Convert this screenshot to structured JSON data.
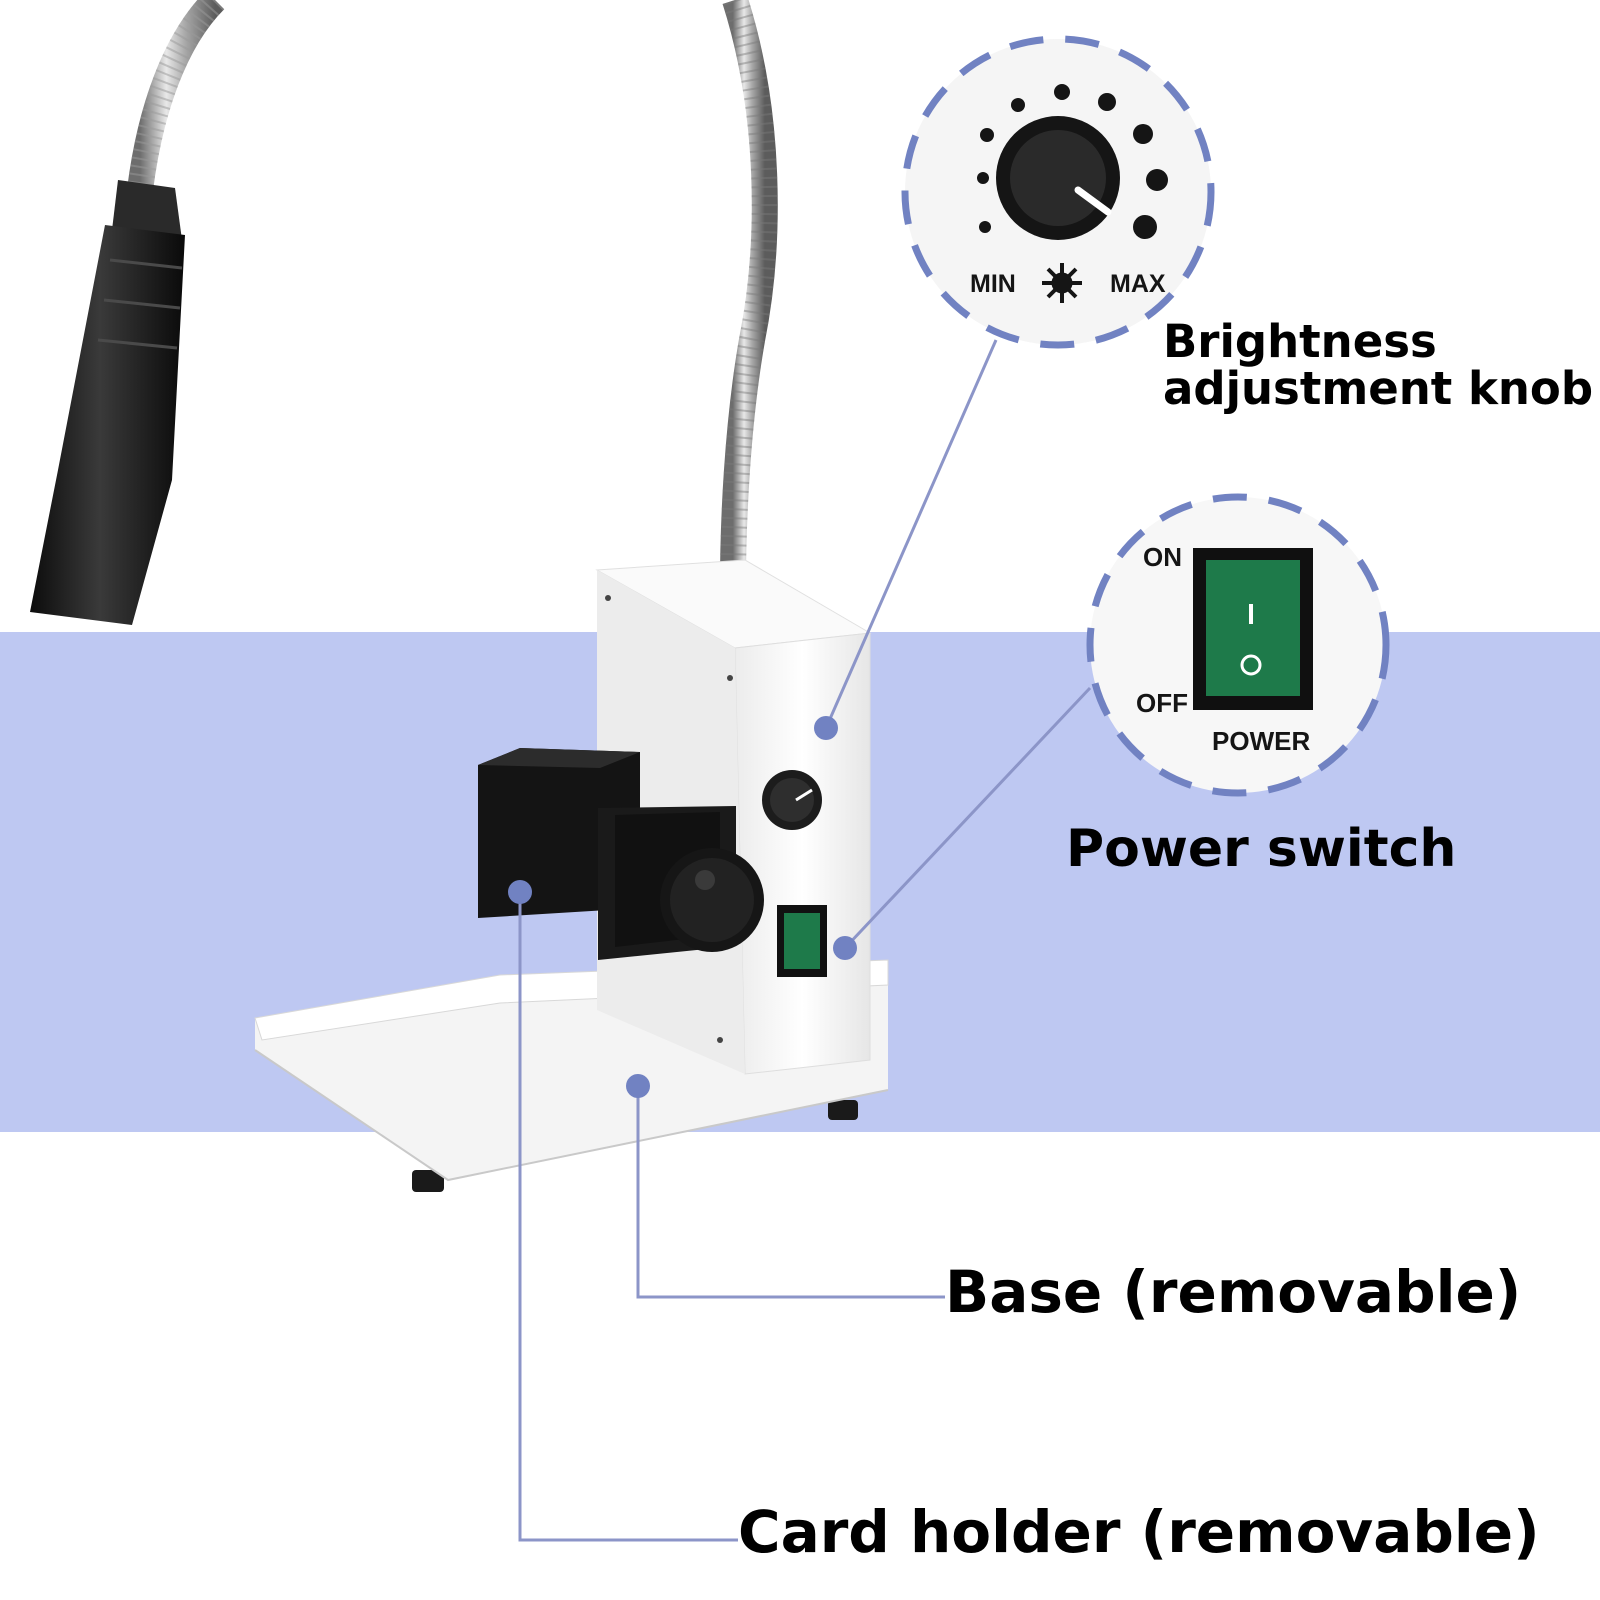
{
  "colors": {
    "band": "#bec8f2",
    "callout": "#7182c2",
    "callout_line": "#8c95c8",
    "switch_green": "#1e7a4a",
    "housing": "#f7f7f7",
    "black_part": "#151515"
  },
  "callouts": {
    "brightness": {
      "line1": "Brightness",
      "line2": "adjustment knob"
    },
    "power": "Power switch",
    "base": "Base (removable)",
    "card_holder": "Card holder (removable)"
  },
  "knob_panel": {
    "min": "MIN",
    "max": "MAX"
  },
  "switch_panel": {
    "on": "ON",
    "off": "OFF",
    "power": "POWER"
  },
  "icons": {
    "brightness": "sun-icon"
  }
}
